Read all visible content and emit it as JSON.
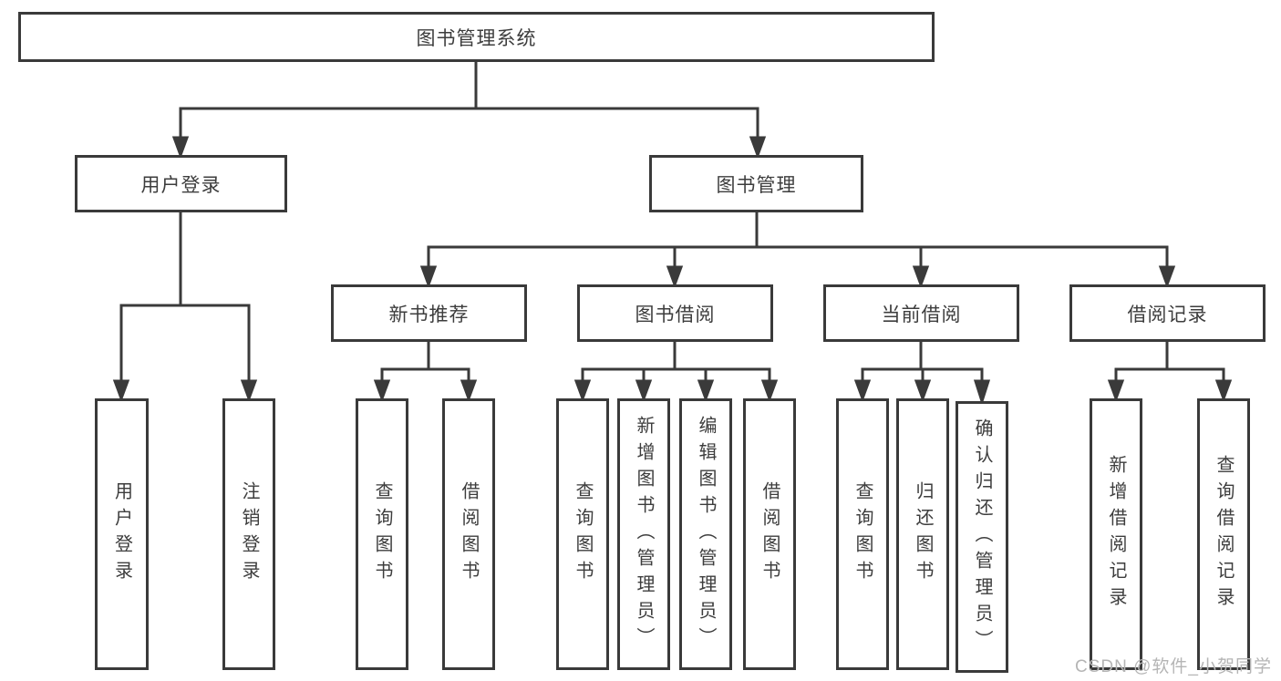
{
  "diagram": {
    "title": "图书管理系统",
    "level2": {
      "user_login": "用户登录",
      "book_management": "图书管理"
    },
    "level3": {
      "new_book_recommend": "新书推荐",
      "book_borrowing": "图书借阅",
      "current_borrowing": "当前借阅",
      "borrow_records": "借阅记录"
    },
    "leaves": {
      "user_login": [
        "用户登录",
        "注销登录"
      ],
      "new_book_recommend": [
        "查询图书",
        "借阅图书"
      ],
      "book_borrowing": [
        "查询图书",
        "新增图书（管理员）",
        "编辑图书（管理员）",
        "借阅图书"
      ],
      "current_borrowing": [
        "查询图书",
        "归还图书",
        "确认归还（管理员）"
      ],
      "borrow_records": [
        "新增借阅记录",
        "查询借阅记录"
      ]
    },
    "colors": {
      "line": "#3a3a3a",
      "text": "#3d3d3d",
      "background": "#ffffff",
      "watermark": "#b5b5b5"
    }
  },
  "watermark": {
    "text": "CSDN @软件_小贺同学"
  }
}
